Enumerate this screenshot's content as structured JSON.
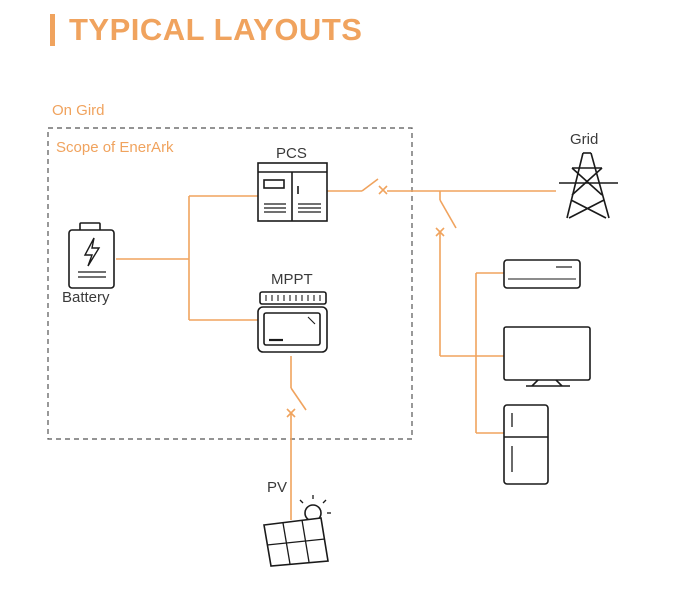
{
  "header": {
    "title": "TYPICAL LAYOUTS"
  },
  "diagram": {
    "mode_label": "On Gird",
    "scope_label": "Scope of EnerArk",
    "pcs_label": "PCS",
    "mppt_label": "MPPT",
    "battery_label": "Battery",
    "grid_label": "Grid",
    "pv_label": "PV"
  },
  "colors": {
    "accent": "#f0a35e",
    "line": "#f0a35e",
    "icon": "#1a1a1a",
    "border": "#555555"
  }
}
